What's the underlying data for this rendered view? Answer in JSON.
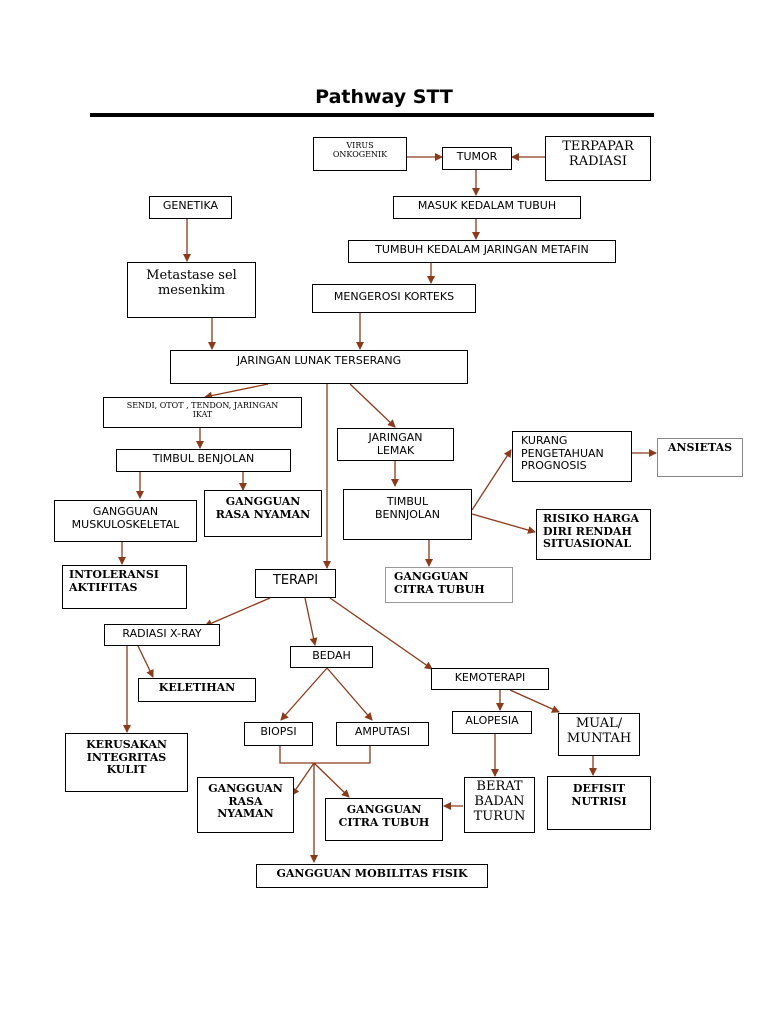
{
  "title": "Pathway STT",
  "colors": {
    "arrow": "#8b3a1a",
    "box_border": "#000000"
  },
  "nodes": {
    "virus": "VIRUS\nONKOGENIK",
    "tumor": "TUMOR",
    "terpapar": "TERPAPAR\nRADIASI",
    "genetika": "GENETIKA",
    "masuk": "MASUK KEDALAM TUBUH",
    "tumbuh": "TUMBUH KEDALAM JARINGAN METAFIN",
    "metastase": "Metastase sel\nmesenkim",
    "mengerosi": "MENGEROSI KORTEKS",
    "jaringan_lunak": "JARINGAN LUNAK TERSERANG",
    "sendi": "SENDI, OTOT , TENDON, JARINGAN\nIKAT",
    "jaringan_lemak": "JARINGAN\nLEMAK",
    "kurang_pengetahuan": "KURANG\nPENGETAHUAN\nPROGNOSIS",
    "ansietas": "ANSIETAS",
    "timbul_benjolan": "TIMBUL BENJOLAN",
    "gangguan_rasa_nyaman_1": "GANGGUAN\nRASA NYAMAN",
    "timbul_bennjolan": "TIMBUL\nBENNJOLAN",
    "risiko_harga_diri": "RISIKO HARGA\nDIRI RENDAH\nSITUASIONAL",
    "gangguan_musk": "GANGGUAN\nMUSKULOSKELETAL",
    "intoleransi": "INTOLERANSI\nAKTIFITAS",
    "terapi": "TERAPI",
    "gangguan_citra_1": "GANGGUAN\nCITRA TUBUH",
    "radiasi": "RADIASI X-RAY",
    "bedah": "BEDAH",
    "kemoterapi": "KEMOTERAPI",
    "keletihan": "KELETIHAN",
    "biopsi": "BIOPSI",
    "amputasi": "AMPUTASI",
    "alopesia": "ALOPESIA",
    "mual": "MUAL/\nMUNTAH",
    "kerusakan": "KERUSAKAN\nINTEGRITAS\nKULIT",
    "gangguan_rasa_nyaman_2": "GANGGUAN\nRASA\nNYAMAN",
    "gangguan_citra_2": "GANGGUAN\nCITRA TUBUH",
    "berat_badan": "BERAT\nBADAN\nTURUN",
    "defisit": "DEFISIT\nNUTRISI",
    "gangguan_mobilitas": "GANGGUAN MOBILITAS FISIK"
  }
}
